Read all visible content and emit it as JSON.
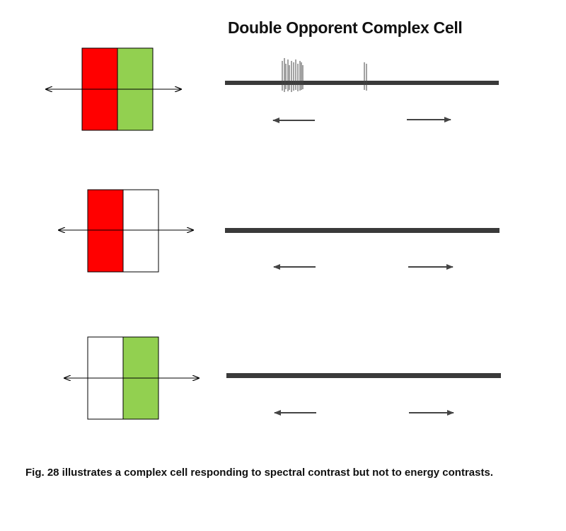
{
  "title": "Double Opporent Complex Cell",
  "caption": "Fig. 28 illustrates a complex cell responding to spectral contrast but not to energy contrasts.",
  "colors": {
    "red": "#ff0000",
    "green": "#92d050",
    "white": "#ffffff",
    "outline": "#000000",
    "trace": "#3a3a3a",
    "arrow": "#444444"
  },
  "panels": [
    {
      "id": "red-green",
      "left_fill": "red",
      "right_fill": "green",
      "response": "spikes"
    },
    {
      "id": "red-white",
      "left_fill": "red",
      "right_fill": "white",
      "response": "none"
    },
    {
      "id": "white-green",
      "left_fill": "white",
      "right_fill": "green",
      "response": "none"
    }
  ],
  "movement_arrows": [
    "left-arrow",
    "right-arrow"
  ]
}
